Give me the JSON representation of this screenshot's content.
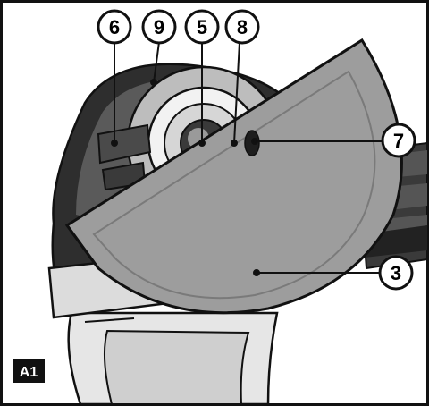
{
  "figure": {
    "label": "A1",
    "callouts": [
      {
        "id": "c6",
        "text": "6"
      },
      {
        "id": "c9",
        "text": "9"
      },
      {
        "id": "c5",
        "text": "5"
      },
      {
        "id": "c8",
        "text": "8"
      },
      {
        "id": "c7",
        "text": "7"
      },
      {
        "id": "c3",
        "text": "3"
      }
    ]
  }
}
